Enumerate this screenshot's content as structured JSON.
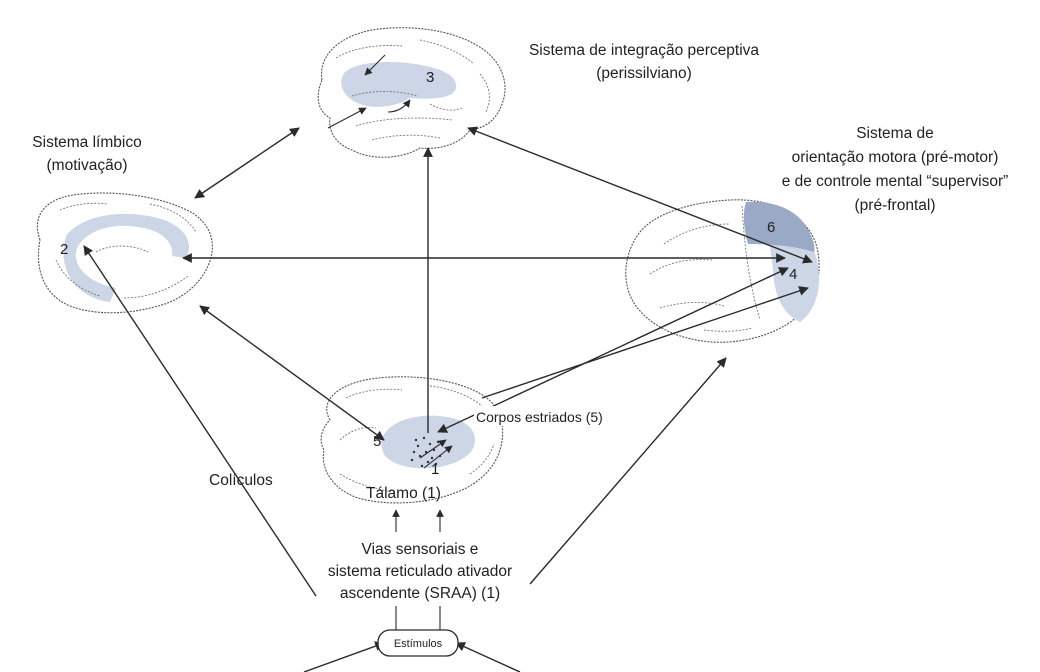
{
  "labels": {
    "perceptual_system_line1": "Sistema de integração perceptiva",
    "perceptual_system_line2": "(perissilviano)",
    "limbic_line1": "Sistema límbico",
    "limbic_line2": "(motivação)",
    "motor_line1": "Sistema de",
    "motor_line2": "orientação motora (pré-motor)",
    "motor_line3": "e de controle mental “supervisor”",
    "motor_line4": "(pré-frontal)",
    "striatum": "Corpos estriados (5)",
    "colliculi": "Colículos",
    "thalamus": "Tálamo (1)",
    "sensory_line1": "Vias sensoriais e",
    "sensory_line2": "sistema reticulado ativador",
    "sensory_line3": "ascendente (SRAA) (1)",
    "stimuli": "Estímulos"
  },
  "numbers": {
    "n1": "1",
    "n2": "2",
    "n3": "3",
    "n4": "4",
    "n5": "5",
    "n6": "6"
  }
}
